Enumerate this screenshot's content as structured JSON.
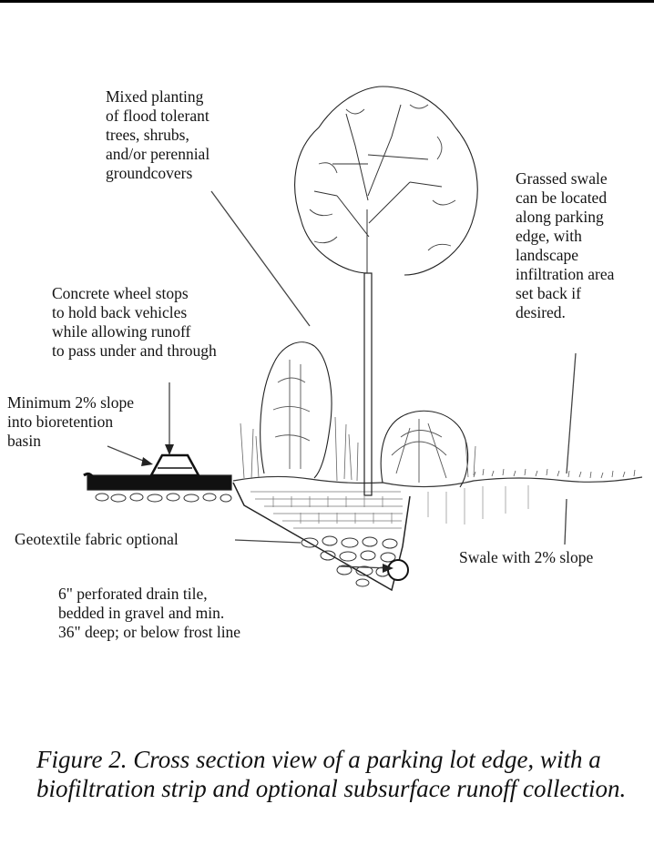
{
  "labels": {
    "planting": "Mixed planting\nof flood tolerant\ntrees, shrubs,\nand/or perennial\ngroundcovers",
    "swale_note": "Grassed swale\ncan be located\nalong parking\nedge, with\nlandscape\ninfiltration area\nset back if\ndesired.",
    "wheel_stops": "Concrete wheel stops\nto hold back vehicles\nwhile allowing runoff\nto pass under and through",
    "slope": "Minimum 2% slope\ninto bioretention\nbasin",
    "geotextile": "Geotextile fabric optional",
    "swale_slope": "Swale with 2% slope",
    "drain": "6\" perforated drain tile,\nbedded in gravel and min.\n36\" deep; or below frost line"
  },
  "caption": "Figure 2. Cross section view of a parking lot edge, with a biofiltration strip and optional subsurface runoff collection."
}
